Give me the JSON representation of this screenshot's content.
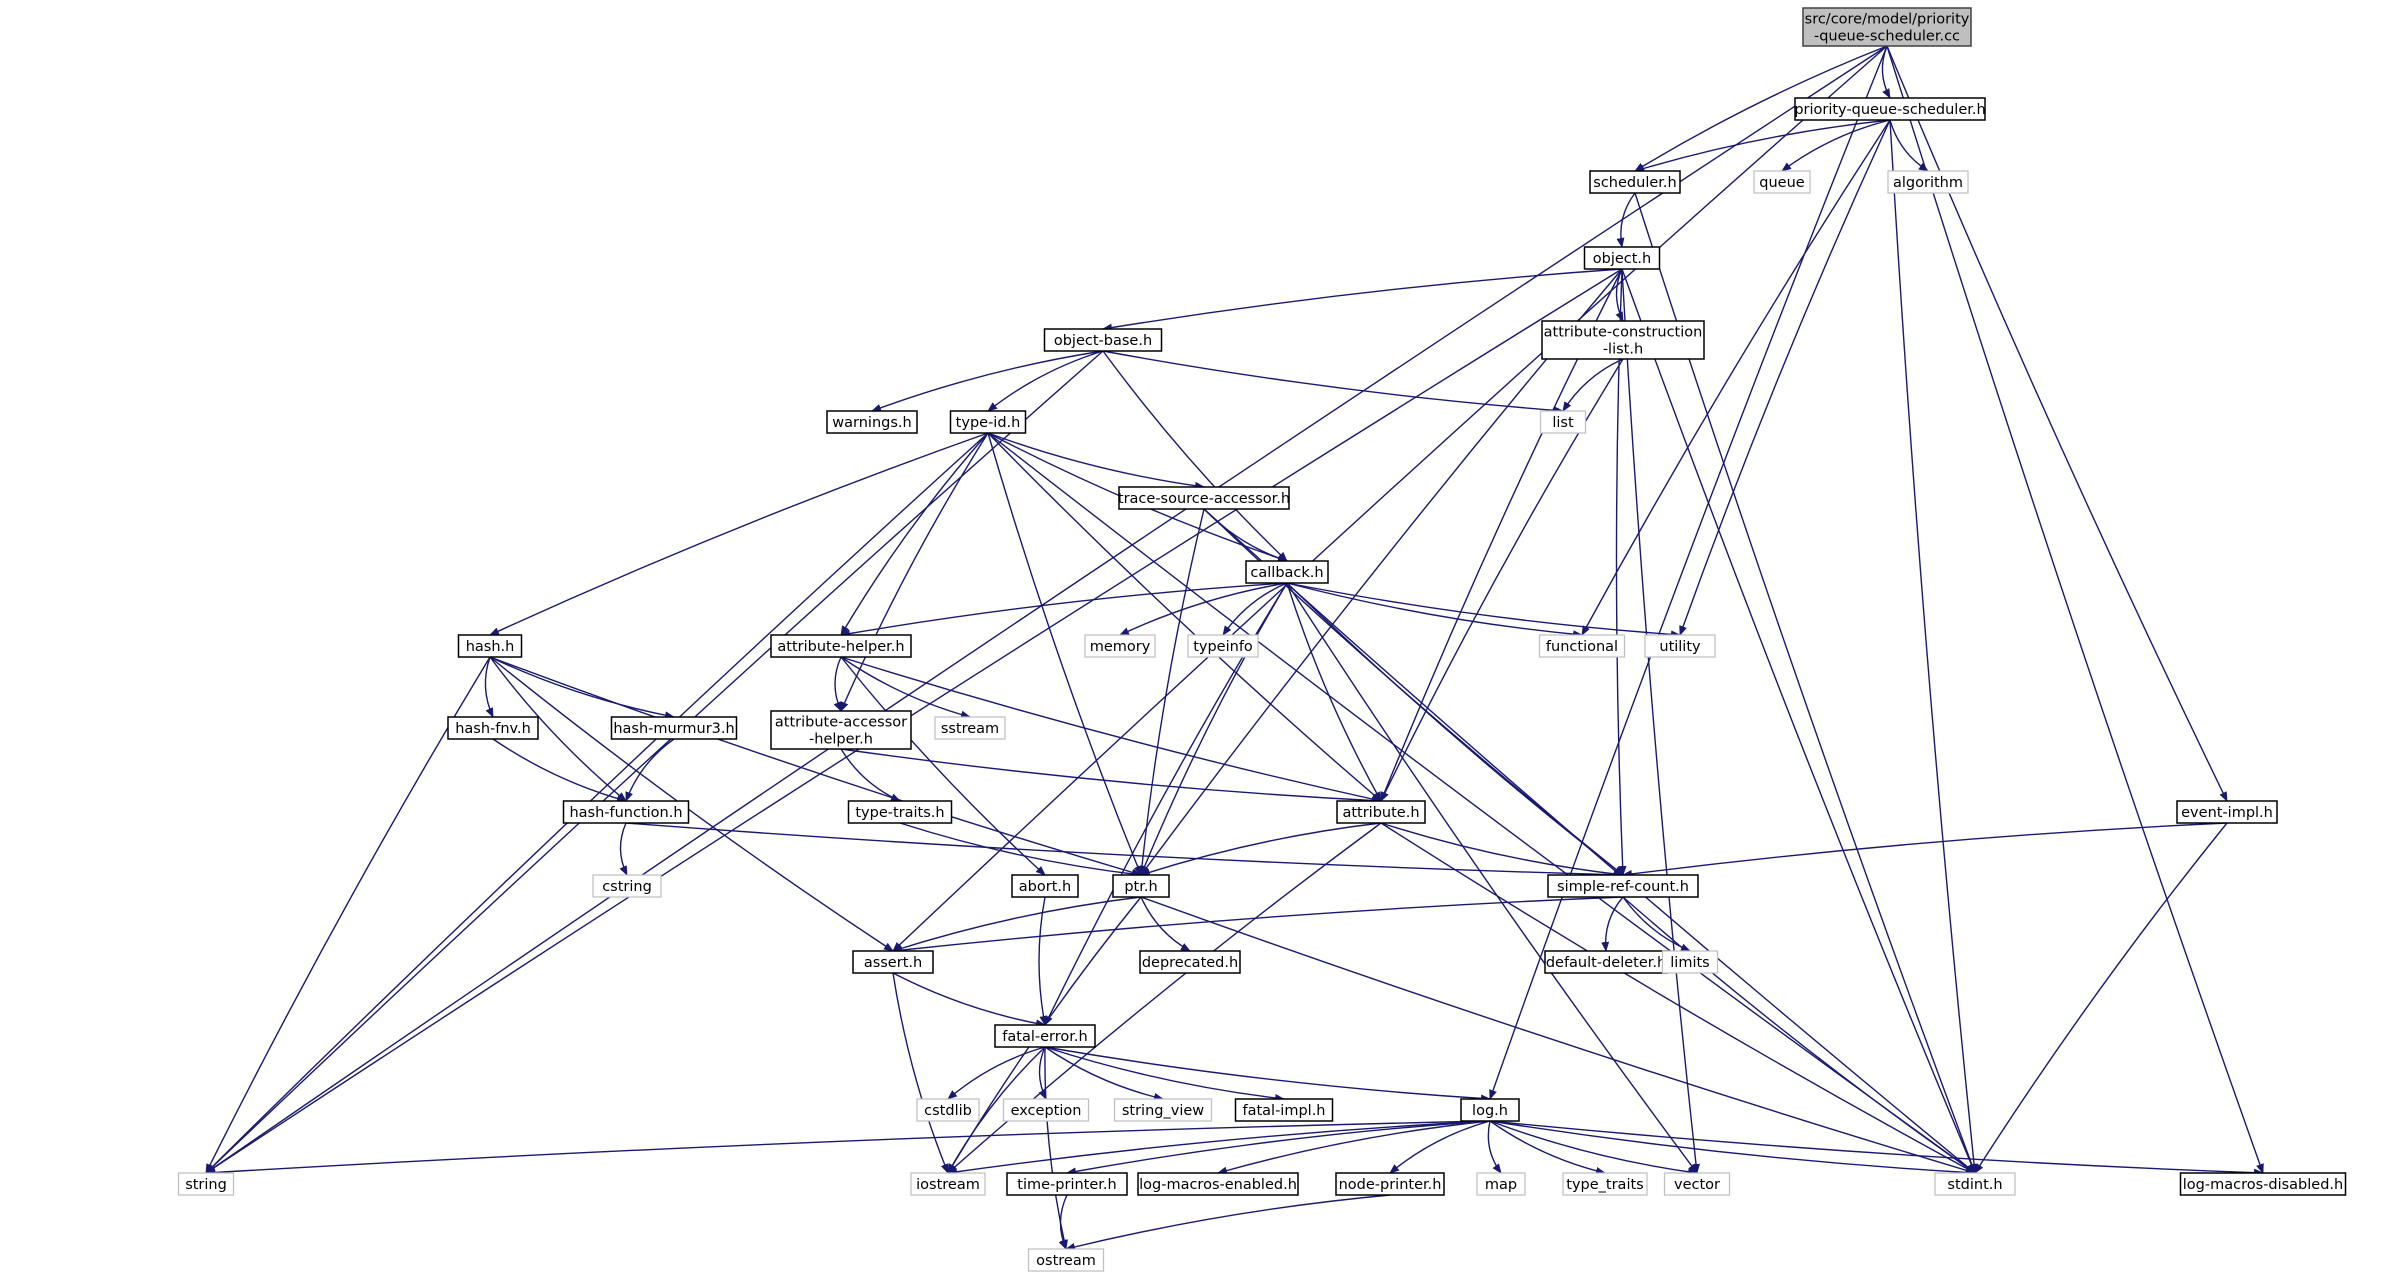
{
  "diagram": {
    "nodes": [
      {
        "id": "root",
        "lines": [
          "src/core/model/priority",
          "-queue-scheduler.cc"
        ],
        "kind": "root"
      },
      {
        "id": "pqs",
        "lines": [
          "priority-queue-scheduler.h"
        ],
        "kind": "header"
      },
      {
        "id": "scheduler",
        "lines": [
          "scheduler.h"
        ],
        "kind": "header"
      },
      {
        "id": "queue",
        "lines": [
          "queue"
        ],
        "kind": "system"
      },
      {
        "id": "algorithm",
        "lines": [
          "algorithm"
        ],
        "kind": "system"
      },
      {
        "id": "object",
        "lines": [
          "object.h"
        ],
        "kind": "header"
      },
      {
        "id": "objectbase",
        "lines": [
          "object-base.h"
        ],
        "kind": "header"
      },
      {
        "id": "attrconstr",
        "lines": [
          "attribute-construction",
          "-list.h"
        ],
        "kind": "header"
      },
      {
        "id": "warnings",
        "lines": [
          "warnings.h"
        ],
        "kind": "header"
      },
      {
        "id": "typeid",
        "lines": [
          "type-id.h"
        ],
        "kind": "header"
      },
      {
        "id": "list",
        "lines": [
          "list"
        ],
        "kind": "system"
      },
      {
        "id": "tsa",
        "lines": [
          "trace-source-accessor.h"
        ],
        "kind": "header"
      },
      {
        "id": "callback",
        "lines": [
          "callback.h"
        ],
        "kind": "header"
      },
      {
        "id": "hash",
        "lines": [
          "hash.h"
        ],
        "kind": "header"
      },
      {
        "id": "attrhelper",
        "lines": [
          "attribute-helper.h"
        ],
        "kind": "header"
      },
      {
        "id": "memory",
        "lines": [
          "memory"
        ],
        "kind": "system"
      },
      {
        "id": "typeinfo",
        "lines": [
          "typeinfo"
        ],
        "kind": "system"
      },
      {
        "id": "functional",
        "lines": [
          "functional"
        ],
        "kind": "system"
      },
      {
        "id": "utility",
        "lines": [
          "utility"
        ],
        "kind": "system"
      },
      {
        "id": "hashfnv",
        "lines": [
          "hash-fnv.h"
        ],
        "kind": "header"
      },
      {
        "id": "murmur",
        "lines": [
          "hash-murmur3.h"
        ],
        "kind": "header"
      },
      {
        "id": "accessor",
        "lines": [
          "attribute-accessor",
          "-helper.h"
        ],
        "kind": "header"
      },
      {
        "id": "sstream",
        "lines": [
          "sstream"
        ],
        "kind": "system"
      },
      {
        "id": "typetraitsh",
        "lines": [
          "type-traits.h"
        ],
        "kind": "header"
      },
      {
        "id": "hashfunc",
        "lines": [
          "hash-function.h"
        ],
        "kind": "header"
      },
      {
        "id": "attribute",
        "lines": [
          "attribute.h"
        ],
        "kind": "header"
      },
      {
        "id": "eventimpl",
        "lines": [
          "event-impl.h"
        ],
        "kind": "header"
      },
      {
        "id": "cstring",
        "lines": [
          "cstring"
        ],
        "kind": "system"
      },
      {
        "id": "abort",
        "lines": [
          "abort.h"
        ],
        "kind": "header"
      },
      {
        "id": "ptr",
        "lines": [
          "ptr.h"
        ],
        "kind": "header"
      },
      {
        "id": "src",
        "lines": [
          "simple-ref-count.h"
        ],
        "kind": "header"
      },
      {
        "id": "assert",
        "lines": [
          "assert.h"
        ],
        "kind": "header"
      },
      {
        "id": "deprecated",
        "lines": [
          "deprecated.h"
        ],
        "kind": "header"
      },
      {
        "id": "defdel",
        "lines": [
          "default-deleter.h"
        ],
        "kind": "header"
      },
      {
        "id": "limits",
        "lines": [
          "limits"
        ],
        "kind": "system"
      },
      {
        "id": "fatalerror",
        "lines": [
          "fatal-error.h"
        ],
        "kind": "header"
      },
      {
        "id": "cstdlib",
        "lines": [
          "cstdlib"
        ],
        "kind": "system"
      },
      {
        "id": "exception",
        "lines": [
          "exception"
        ],
        "kind": "system"
      },
      {
        "id": "stringview",
        "lines": [
          "string_view"
        ],
        "kind": "system"
      },
      {
        "id": "fatalimpl",
        "lines": [
          "fatal-impl.h"
        ],
        "kind": "header"
      },
      {
        "id": "log",
        "lines": [
          "log.h"
        ],
        "kind": "header"
      },
      {
        "id": "string",
        "lines": [
          "string"
        ],
        "kind": "system"
      },
      {
        "id": "iostream",
        "lines": [
          "iostream"
        ],
        "kind": "system"
      },
      {
        "id": "timeprinter",
        "lines": [
          "time-printer.h"
        ],
        "kind": "header"
      },
      {
        "id": "lme",
        "lines": [
          "log-macros-enabled.h"
        ],
        "kind": "header"
      },
      {
        "id": "nodeprinter",
        "lines": [
          "node-printer.h"
        ],
        "kind": "header"
      },
      {
        "id": "map",
        "lines": [
          "map"
        ],
        "kind": "system"
      },
      {
        "id": "typetraits",
        "lines": [
          "type_traits"
        ],
        "kind": "system"
      },
      {
        "id": "vector",
        "lines": [
          "vector"
        ],
        "kind": "system"
      },
      {
        "id": "stdint",
        "lines": [
          "stdint.h"
        ],
        "kind": "system"
      },
      {
        "id": "lmd",
        "lines": [
          "log-macros-disabled.h"
        ],
        "kind": "header"
      },
      {
        "id": "ostream",
        "lines": [
          "ostream"
        ],
        "kind": "system"
      }
    ],
    "edges": [
      [
        "root",
        "pqs"
      ],
      [
        "root",
        "scheduler"
      ],
      [
        "root",
        "assert"
      ],
      [
        "root",
        "eventimpl"
      ],
      [
        "root",
        "log"
      ],
      [
        "root",
        "lmd"
      ],
      [
        "root",
        "string"
      ],
      [
        "pqs",
        "scheduler"
      ],
      [
        "pqs",
        "queue"
      ],
      [
        "pqs",
        "algorithm"
      ],
      [
        "pqs",
        "functional"
      ],
      [
        "pqs",
        "utility"
      ],
      [
        "pqs",
        "stdint"
      ],
      [
        "scheduler",
        "object"
      ],
      [
        "scheduler",
        "stdint"
      ],
      [
        "object",
        "objectbase"
      ],
      [
        "object",
        "attrconstr"
      ],
      [
        "object",
        "attribute"
      ],
      [
        "object",
        "src"
      ],
      [
        "object",
        "ptr"
      ],
      [
        "object",
        "string"
      ],
      [
        "object",
        "vector"
      ],
      [
        "object",
        "stdint"
      ],
      [
        "objectbase",
        "warnings"
      ],
      [
        "objectbase",
        "typeid"
      ],
      [
        "objectbase",
        "callback"
      ],
      [
        "objectbase",
        "list"
      ],
      [
        "objectbase",
        "string"
      ],
      [
        "attrconstr",
        "list"
      ],
      [
        "attrconstr",
        "attribute"
      ],
      [
        "typeid",
        "tsa"
      ],
      [
        "typeid",
        "callback"
      ],
      [
        "typeid",
        "hash"
      ],
      [
        "typeid",
        "attrhelper"
      ],
      [
        "typeid",
        "accessor"
      ],
      [
        "typeid",
        "attribute"
      ],
      [
        "typeid",
        "ptr"
      ],
      [
        "typeid",
        "string"
      ],
      [
        "typeid",
        "stdint"
      ],
      [
        "tsa",
        "callback"
      ],
      [
        "tsa",
        "ptr"
      ],
      [
        "tsa",
        "src"
      ],
      [
        "tsa",
        "stdint"
      ],
      [
        "callback",
        "attrhelper"
      ],
      [
        "callback",
        "memory"
      ],
      [
        "callback",
        "typeinfo"
      ],
      [
        "callback",
        "functional"
      ],
      [
        "callback",
        "utility"
      ],
      [
        "callback",
        "attribute"
      ],
      [
        "callback",
        "src"
      ],
      [
        "callback",
        "fatalerror"
      ],
      [
        "callback",
        "vector"
      ],
      [
        "callback",
        "ptr"
      ],
      [
        "hash",
        "hashfnv"
      ],
      [
        "hash",
        "murmur"
      ],
      [
        "hash",
        "hashfunc"
      ],
      [
        "hash",
        "assert"
      ],
      [
        "hash",
        "ptr"
      ],
      [
        "hash",
        "string"
      ],
      [
        "hashfnv",
        "hashfunc"
      ],
      [
        "murmur",
        "hashfunc"
      ],
      [
        "hashfunc",
        "cstring"
      ],
      [
        "hashfunc",
        "src"
      ],
      [
        "attrhelper",
        "accessor"
      ],
      [
        "attrhelper",
        "sstream"
      ],
      [
        "attrhelper",
        "abort"
      ],
      [
        "attrhelper",
        "attribute"
      ],
      [
        "accessor",
        "typetraitsh"
      ],
      [
        "accessor",
        "attribute"
      ],
      [
        "typetraitsh",
        "ptr"
      ],
      [
        "attribute",
        "ptr"
      ],
      [
        "attribute",
        "src"
      ],
      [
        "attribute",
        "stdint"
      ],
      [
        "attribute",
        "iostream"
      ],
      [
        "eventimpl",
        "src"
      ],
      [
        "eventimpl",
        "stdint"
      ],
      [
        "abort",
        "fatalerror"
      ],
      [
        "ptr",
        "assert"
      ],
      [
        "ptr",
        "deprecated"
      ],
      [
        "ptr",
        "stdint"
      ],
      [
        "ptr",
        "iostream"
      ],
      [
        "src",
        "assert"
      ],
      [
        "src",
        "defdel"
      ],
      [
        "src",
        "limits"
      ],
      [
        "src",
        "stdint"
      ],
      [
        "assert",
        "fatalerror"
      ],
      [
        "assert",
        "iostream"
      ],
      [
        "fatalerror",
        "cstdlib"
      ],
      [
        "fatalerror",
        "exception"
      ],
      [
        "fatalerror",
        "stringview"
      ],
      [
        "fatalerror",
        "fatalimpl"
      ],
      [
        "fatalerror",
        "log"
      ],
      [
        "fatalerror",
        "iostream"
      ],
      [
        "fatalerror",
        "ostream"
      ],
      [
        "log",
        "string"
      ],
      [
        "log",
        "iostream"
      ],
      [
        "log",
        "timeprinter"
      ],
      [
        "log",
        "lme"
      ],
      [
        "log",
        "nodeprinter"
      ],
      [
        "log",
        "map"
      ],
      [
        "log",
        "typetraits"
      ],
      [
        "log",
        "vector"
      ],
      [
        "log",
        "stdint"
      ],
      [
        "log",
        "lmd"
      ],
      [
        "timeprinter",
        "ostream"
      ],
      [
        "nodeprinter",
        "ostream"
      ]
    ]
  },
  "colors": {
    "edge": "#191970",
    "root_fill": "#bfbfbf",
    "node_border": "#000000",
    "system_border": "#bfbfbf"
  }
}
